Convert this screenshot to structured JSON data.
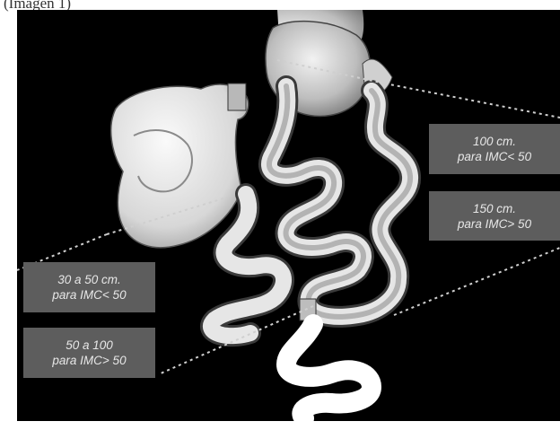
{
  "caption": "(Imagen 1)",
  "labels": {
    "distal_upper": {
      "line1": "100 cm.",
      "line2": "para IMC< 50"
    },
    "distal_lower": {
      "line1": "150 cm.",
      "line2": "para IMC> 50"
    },
    "biliary_upper": {
      "line1": "30 a 50 cm.",
      "line2": "para IMC< 50"
    },
    "biliary_lower": {
      "line1": "50 a 100",
      "line2": "para IMC> 50"
    }
  },
  "colors": {
    "background": "#000000",
    "label_box": "#5d5d5d",
    "label_text": "#e7e7e7",
    "organ_fill": "#e8e8e8",
    "guide_line": "#cfcfcf"
  }
}
